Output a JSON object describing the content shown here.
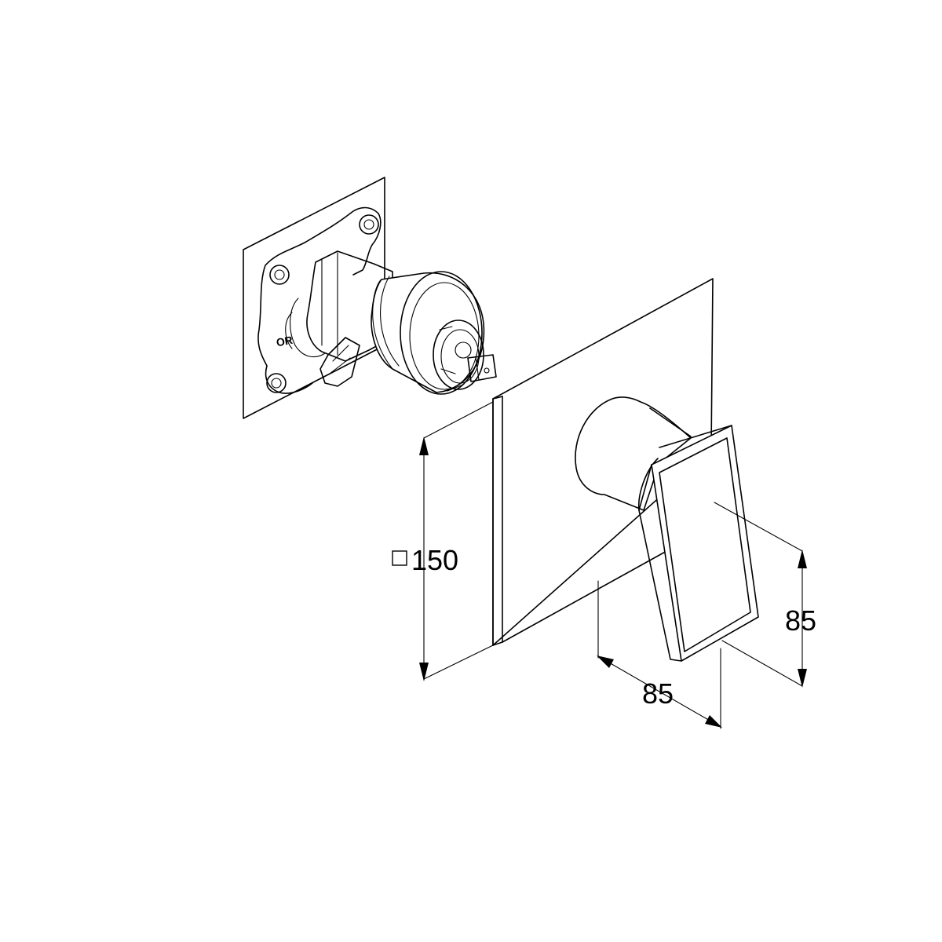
{
  "dimensions": {
    "cover_plate_size": "150",
    "lever_height": "85",
    "lever_depth": "85"
  },
  "symbols": {
    "square_symbol": "square-symbol-icon"
  },
  "labels": {
    "valve_marking": "OR"
  }
}
